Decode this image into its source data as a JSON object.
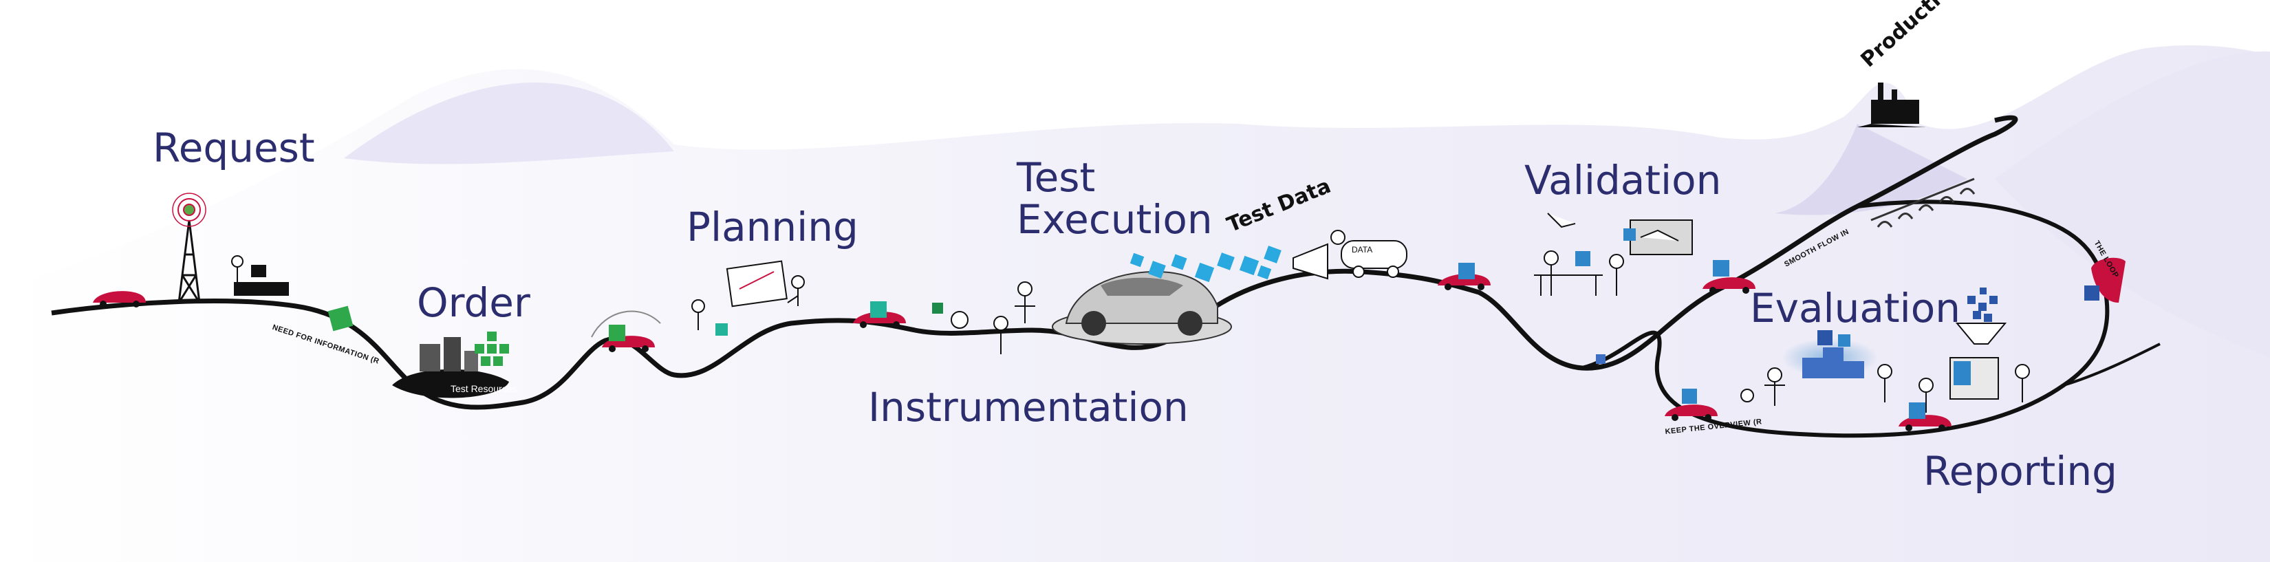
{
  "stages": {
    "request": "Request",
    "order": "Order",
    "planning": "Planning",
    "test_execution_line1": "Test",
    "test_execution_line2": "Execution",
    "instrumentation": "Instrumentation",
    "validation": "Validation",
    "evaluation": "Evaluation",
    "reporting": "Reporting",
    "production": "Production"
  },
  "annotations": {
    "test_data": "Test Data",
    "test_resources": "Test Resources",
    "need_for_information": "NEED FOR INFORMATION (R",
    "smooth_flow": "SMOOTH FLOW IN",
    "keep_overview": "KEEP THE OVERVIEW (R",
    "the_loop": "THE LOOP",
    "data_tank": "DATA"
  },
  "colors": {
    "label": "#2b2d6e",
    "car": "#c8103f",
    "box_green": "#2ea84a",
    "box_teal": "#23b29a",
    "box_blue": "#2f86c9",
    "cube_cyan": "#2aa8e0",
    "evaluation_blocks": "#3f6fc2",
    "hill_shade": "#e8e6f5",
    "road": "#111111"
  },
  "icons": {
    "tower": "radio-tower-icon",
    "factory": "factory-icon",
    "car": "car-icon"
  }
}
